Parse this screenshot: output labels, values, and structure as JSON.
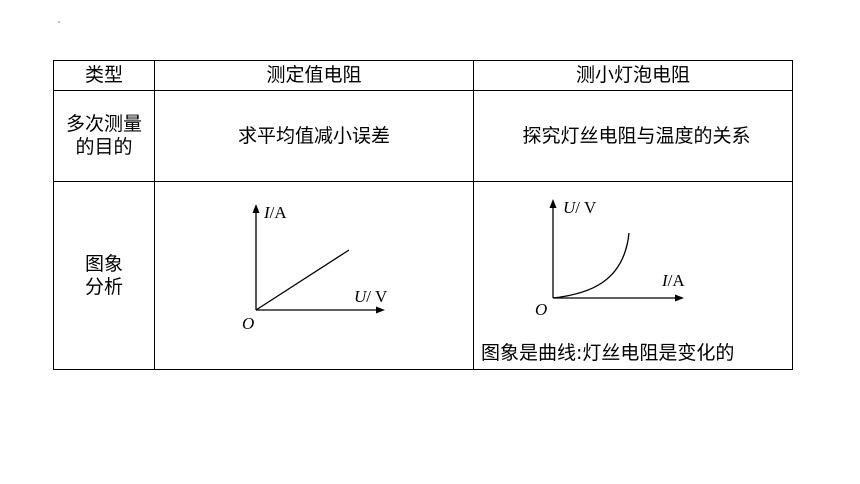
{
  "table": {
    "header": {
      "col1": "类型",
      "col2": "测定值电阻",
      "col3": "测小灯泡电阻"
    },
    "purpose_row": {
      "label_line1": "多次测量",
      "label_line2": "的目的",
      "fixed_resistor": "求平均值减小误差",
      "bulb": "探究灯丝电阻与温度的关系"
    },
    "graph_row": {
      "label_line1": "图象",
      "label_line2": "分析",
      "bulb_caption": "图象是曲线:灯丝电阻是变化的"
    }
  },
  "graphs": {
    "fixed_resistor": {
      "y_axis_var": "I",
      "y_axis_unit": "/A",
      "x_axis_var": "U",
      "x_axis_unit": "/ V",
      "origin": "O",
      "curve": "line"
    },
    "bulb": {
      "y_axis_var": "U",
      "y_axis_unit": "/ V",
      "x_axis_var": "I",
      "x_axis_unit": "/A",
      "origin": "O",
      "curve": "rising-curve"
    }
  }
}
